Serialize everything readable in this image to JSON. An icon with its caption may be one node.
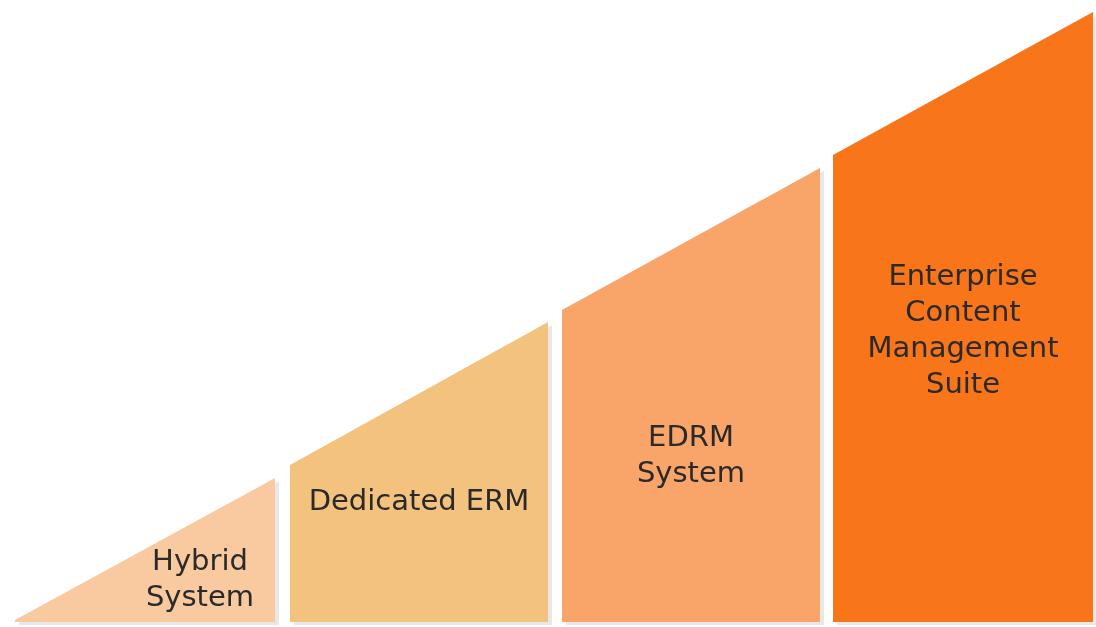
{
  "diagram": {
    "nodes": [
      {
        "text": [
          "Hybrid System"
        ]
      },
      {
        "text": [
          "Dedicated ERM"
        ]
      },
      {
        "text": [
          "EDRM System"
        ]
      },
      {
        "text": [
          "Enterprise Content Management Suite"
        ]
      }
    ]
  }
}
